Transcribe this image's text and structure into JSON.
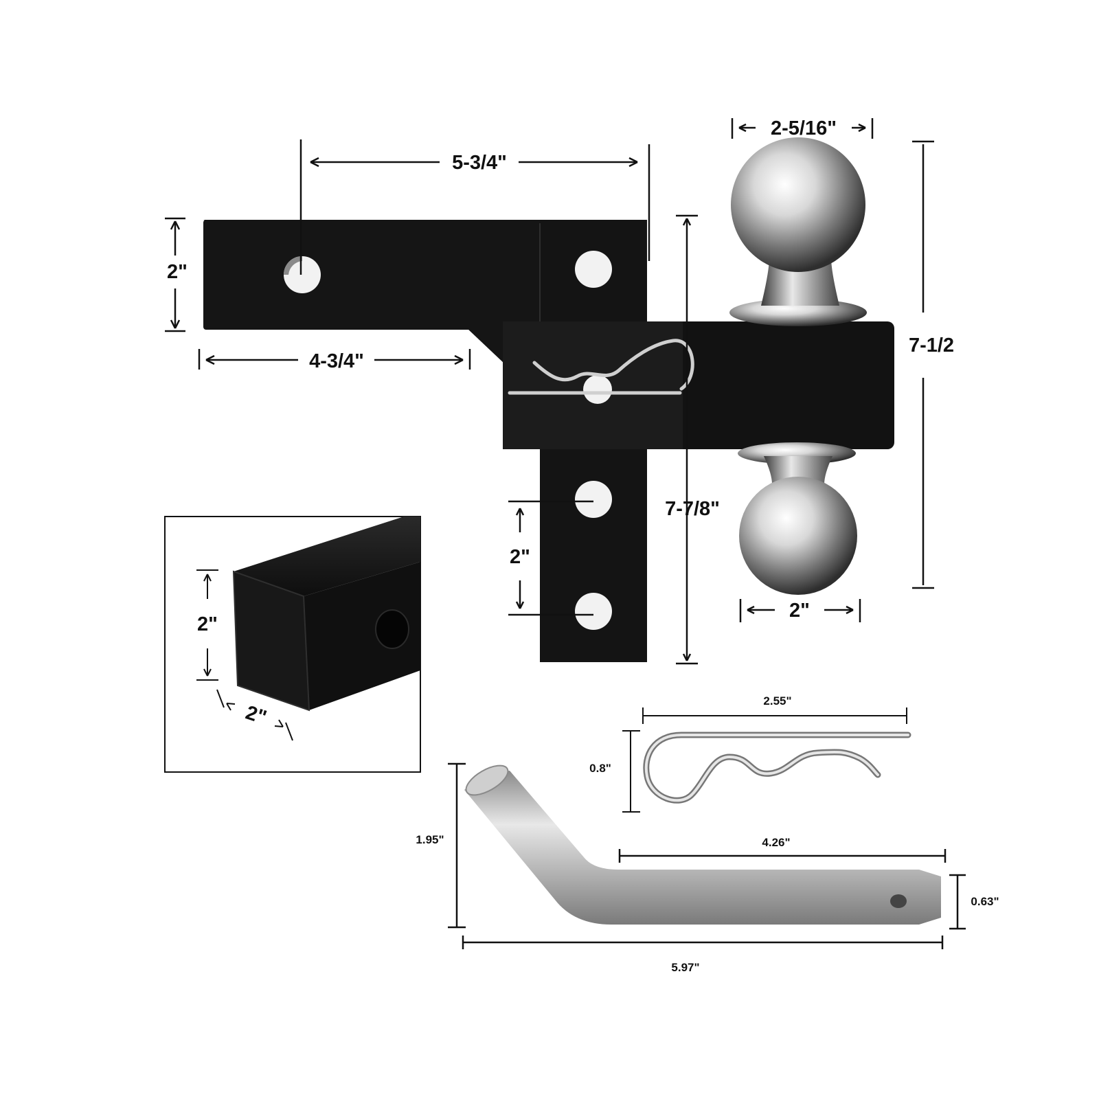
{
  "dimensions": {
    "shank_hole_to_end": "5-3/4\"",
    "shank_height": "2\"",
    "shank_front_length": "4-3/4\"",
    "ball_width": "2-5/16\"",
    "overall_ball_height": "7-1/2",
    "bottom_ball_width": "2\"",
    "riser_height": "7-7/8\"",
    "hole_spacing": "2\"",
    "tube_height": "2\"",
    "tube_width": "2\"",
    "clip_length": "2.55\"",
    "clip_height": "0.8\"",
    "pin_height": "1.95\"",
    "pin_straight_length": "4.26\"",
    "pin_diameter": "0.63\"",
    "pin_total_length": "5.97\""
  },
  "colors": {
    "steel_black": "#141414",
    "chrome_light": "#e6e6e6",
    "chrome_dark": "#3a3a3a",
    "pin_metal": "#b9b9b9",
    "line": "#111111"
  },
  "icons": [
    "hitch-shank",
    "ball-mount",
    "double-ball",
    "hitch-pin",
    "spring-clip",
    "receiver-tube"
  ]
}
